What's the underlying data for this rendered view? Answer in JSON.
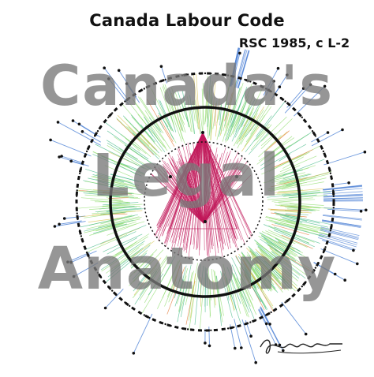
{
  "header": {
    "title": "Canada Labour Code",
    "subtitle": "RSC 1985, c L-2"
  },
  "watermark": {
    "line1": "Canada's",
    "line2": "Legal",
    "line3": "Anatomy"
  },
  "colors": {
    "ring": "#111111",
    "inner_links": "#c0185a",
    "middle_links": "#7fd66a",
    "outer_links": "#4a7fd4",
    "watermark": "#808080"
  }
}
